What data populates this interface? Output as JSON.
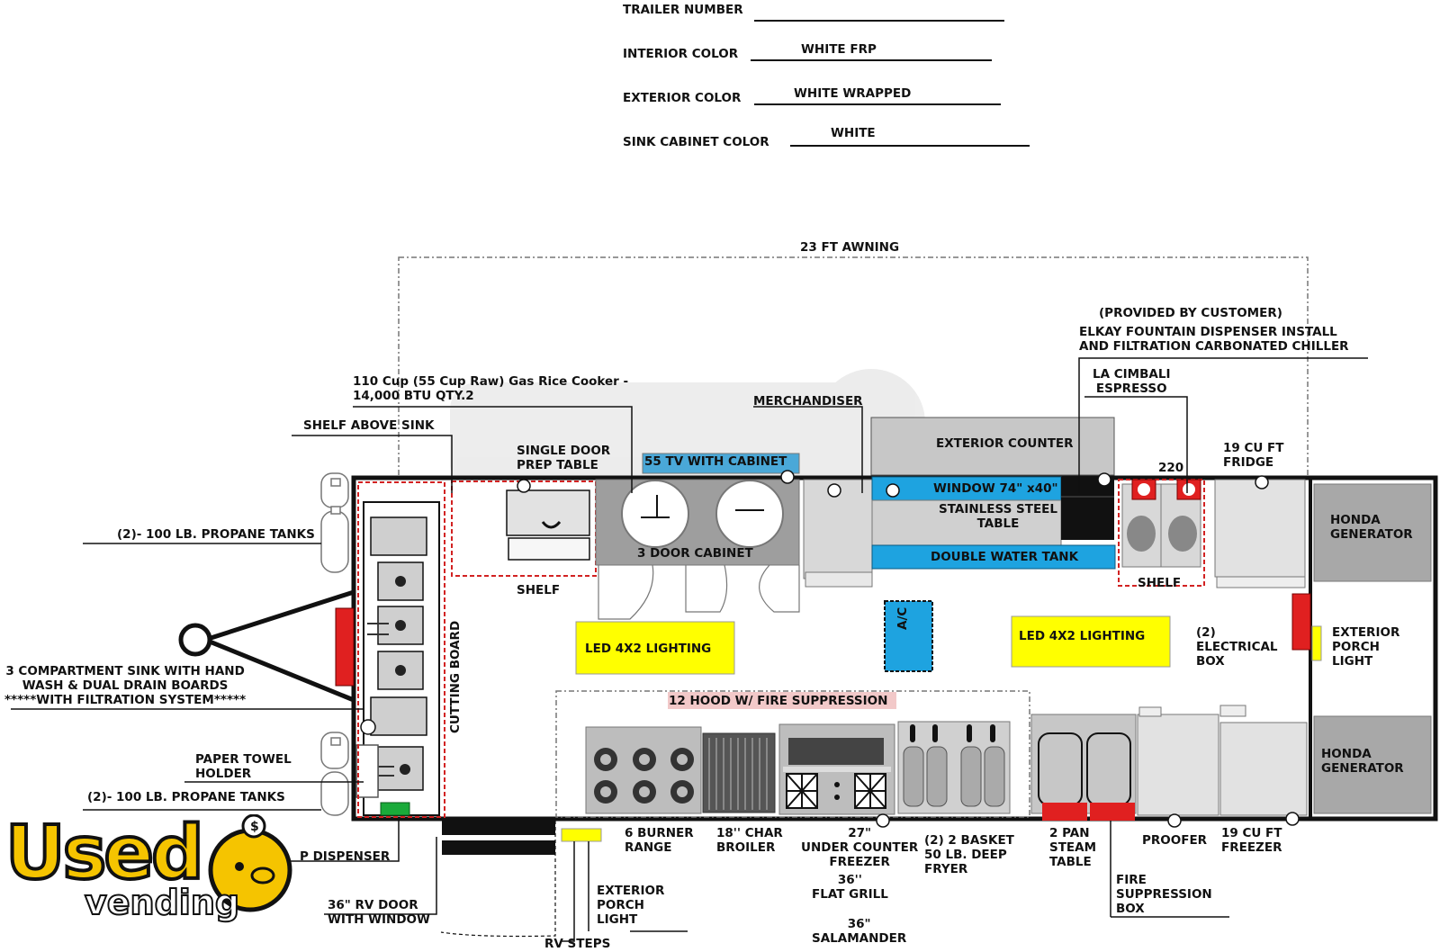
{
  "header": {
    "trailer_number_label": "TRAILER NUMBER",
    "trailer_number_value": "",
    "interior_color_label": "INTERIOR COLOR",
    "interior_color_value": "WHITE FRP",
    "exterior_color_label": "EXTERIOR COLOR",
    "exterior_color_value": "WHITE  WRAPPED",
    "sink_cabinet_label": "SINK CABINET  COLOR",
    "sink_cabinet_value": "WHITE"
  },
  "labels": {
    "awning": "23 FT AWNING",
    "provided": "(PROVIDED BY CUSTOMER)",
    "elkay": "ELKAY FOUNTAIN DISPENSER INSTALL\nAND FILTRATION CARBONATED CHILLER",
    "espresso": "LA CIMBALI\nESPRESSO",
    "rice_cooker": "110 Cup (55 Cup Raw) Gas Rice Cooker -\n14,000 BTU QTY.2",
    "merchandiser": "MERCHANDISER",
    "shelf_above_sink": "SHELF ABOVE SINK",
    "single_door": "SINGLE DOOR\nPREP TABLE",
    "tv": "55 TV WITH CABINET",
    "exterior_counter": "EXTERIOR COUNTER",
    "window": "WINDOW 74\" x40\"",
    "stainless": "STAINLESS STEEL\nTABLE",
    "double_water": "DOUBLE WATER TANK",
    "three_door": "3 DOOR CABINET",
    "shelf_left": "SHELF",
    "shelf_right": "SHELF",
    "v220": "220",
    "fridge_top": "19 CU FT\nFRIDGE",
    "honda_top": "HONDA\nGENERATOR",
    "honda_bottom": "HONDA\nGENERATOR",
    "propane_top": "(2)- 100 LB. PROPANE TANKS",
    "propane_bottom": "(2)- 100 LB. PROPANE TANKS",
    "led_left": "LED 4X2 LIGHTING",
    "led_right": "LED 4X2 LIGHTING",
    "ac": "A/C",
    "electrical": "(2)\nELECTRICAL\nBOX",
    "ext_porch_right": "EXTERIOR\nPORCH\nLIGHT",
    "cutting_board": "CUTTING BOARD",
    "sink3": "3 COMPARTMENT SINK WITH HAND\nWASH & DUAL DRAIN BOARDS\n*****WITH FILTRATION SYSTEM*****",
    "hood": "12 HOOD W/ FIRE SUPPRESSION",
    "paper_towel": "PAPER TOWEL\nHOLDER",
    "soap_dispenser": "P DISPENSER",
    "rv_door": "36\" RV DOOR\nWITH WINDOW",
    "rv_steps": "RV STEPS",
    "ext_porch_bottom": "EXTERIOR\nPORCH\nLIGHT",
    "range": "6 BURNER\nRANGE",
    "broiler": "18'' CHAR\nBROILER",
    "freezer27": "27\"\nUNDER COUNTER\nFREEZER",
    "flat_grill": "36''\nFLAT GRILL",
    "salamander": "36\"\nSALAMANDER",
    "fryer": "(2) 2 BASKET\n50 LB. DEEP\nFRYER",
    "steam_table": "2 PAN\nSTEAM\nTABLE",
    "fire_box": "FIRE\nSUPPRESSION\nBOX",
    "proofer": "PROOFER",
    "freezer19": "19 CU FT\nFREEZER",
    "watermark": "Used vending",
    "logo_text_top": "Used",
    "logo_text_bottom": "vending"
  },
  "colors": {
    "outline": "#111111",
    "red_dashed": "#d22222",
    "blue": "#1ea3e0",
    "yellow": "#ffff00",
    "gray": "#bdbdbd",
    "dark_gray": "#9e9e9e",
    "red": "#e02020",
    "green": "#1aaa3a",
    "tv_blue": "#4aa8d8",
    "hood_pink": "#f2c9c9",
    "logo_yellow": "#f5c400"
  }
}
